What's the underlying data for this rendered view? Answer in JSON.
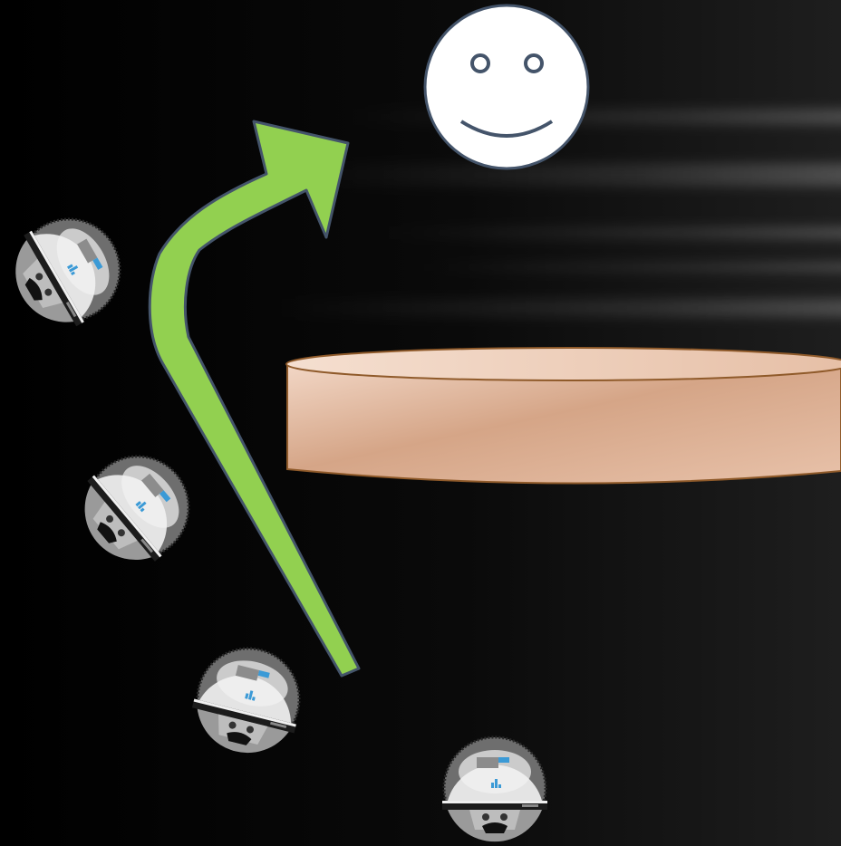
{
  "scene": {
    "background_color": "#000000",
    "streak_color": "#ffffff"
  },
  "goal": {
    "icon": "smiley-face",
    "fill": "#ffffff",
    "stroke": "#44546a"
  },
  "path_arrow": {
    "icon": "curved-arrow",
    "fill": "#92d050",
    "stroke": "#44546a"
  },
  "obstacle": {
    "shape": "cylinder-disc",
    "fill_light": "#f2d7c6",
    "fill_dark": "#d5a587",
    "stroke": "#8f5a2a"
  },
  "robots": [
    {
      "id": "robot-1",
      "body": "#e4e4e4",
      "accent": "#3b9ad6"
    },
    {
      "id": "robot-2",
      "body": "#e4e4e4",
      "accent": "#3b9ad6"
    },
    {
      "id": "robot-3",
      "body": "#e4e4e4",
      "accent": "#3b9ad6"
    },
    {
      "id": "robot-4",
      "body": "#e4e4e4",
      "accent": "#3b9ad6"
    }
  ]
}
